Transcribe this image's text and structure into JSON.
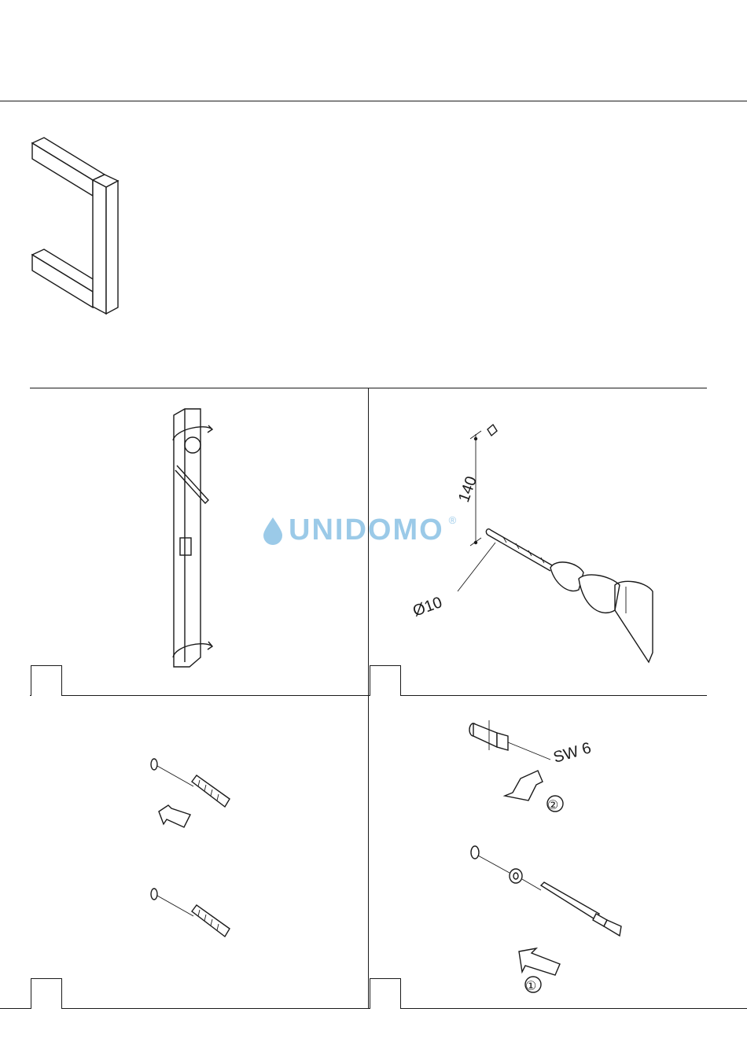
{
  "brand": {
    "name": "UNIDOMO",
    "registered": "®",
    "color": "#4a9fd6"
  },
  "panels": [
    {
      "id": "step-1",
      "step_number": ""
    },
    {
      "id": "step-2",
      "step_number": "",
      "distance_label": "140",
      "drill_label": "Ø10"
    },
    {
      "id": "step-3",
      "step_number": ""
    },
    {
      "id": "step-4",
      "step_number": "",
      "wrench_label": "SW 6",
      "order_first": "①",
      "order_second": "②"
    }
  ],
  "icons": [
    "towel-rail-product-icon",
    "mounting-bracket-icon",
    "drill-icon",
    "wall-plug-icon",
    "bolt-icon",
    "arrow-icon"
  ]
}
